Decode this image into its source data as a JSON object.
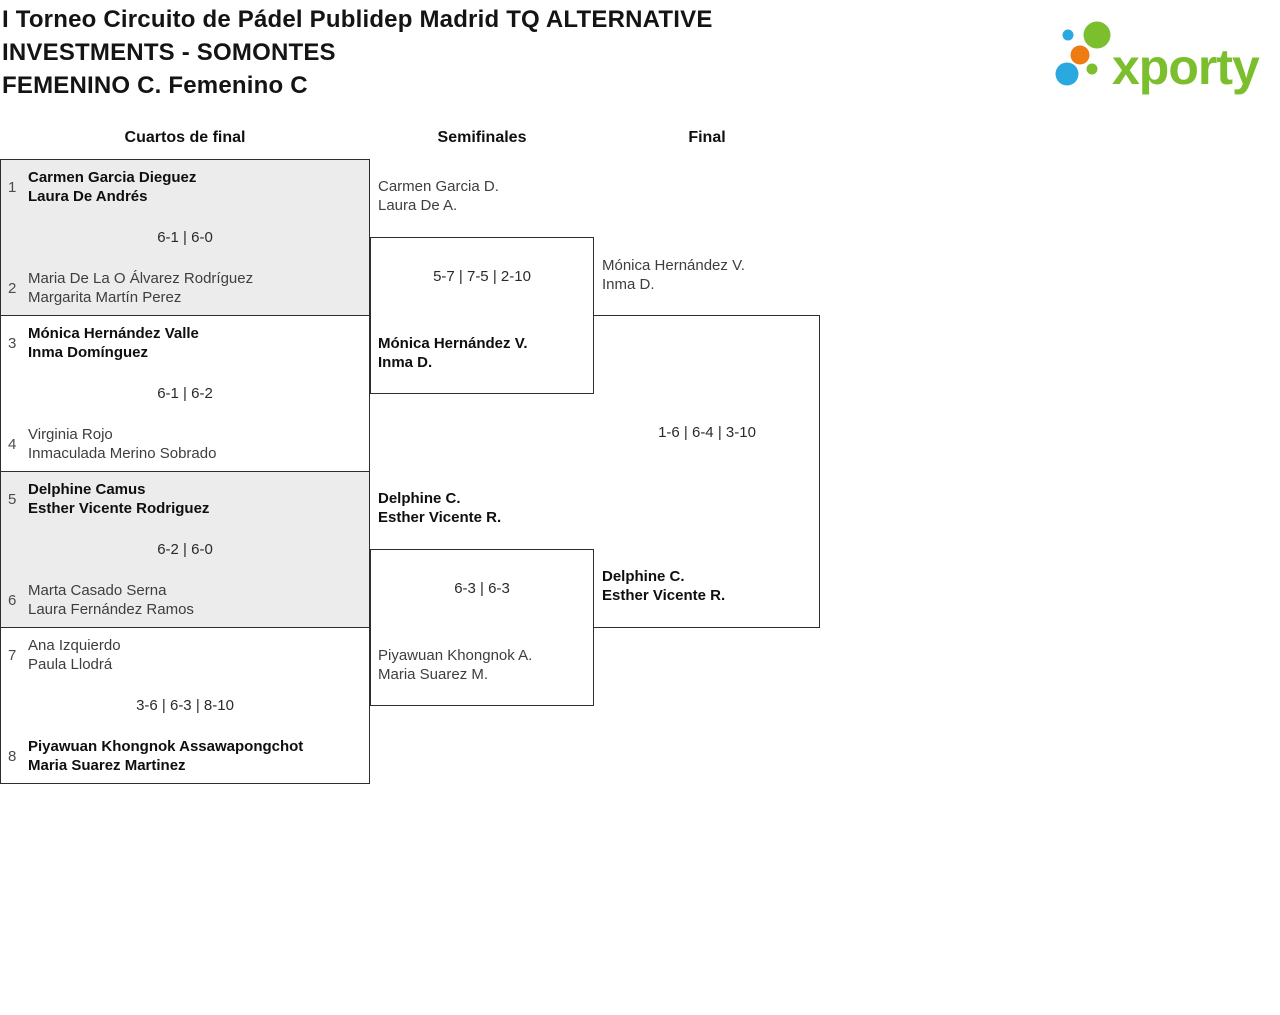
{
  "header": {
    "title_line1": "I Torneo Circuito de Pádel Publidep Madrid TQ ALTERNATIVE",
    "title_line2": "INVESTMENTS - SOMONTES",
    "title_line3": "FEMENINO C. Femenino C"
  },
  "logo": {
    "wordmark": "xporty",
    "colors": {
      "green": "#7cbf2e",
      "blue": "#29a9e0",
      "orange": "#ed7c12"
    }
  },
  "columns": {
    "quarterfinals": "Cuartos de final",
    "semifinals": "Semifinales",
    "final": "Final"
  },
  "quarterfinals": [
    {
      "seed_top": "1",
      "top1": "Carmen Garcia Dieguez",
      "top2": "Laura De Andrés",
      "score": "6-1 | 6-0",
      "winner": "top",
      "seed_bottom": "2",
      "bottom1": "Maria De La O Álvarez Rodríguez",
      "bottom2": "Margarita Martín Perez"
    },
    {
      "seed_top": "3",
      "top1": "Mónica Hernández Valle",
      "top2": "Inma Domínguez",
      "score": "6-1 | 6-2",
      "winner": "top",
      "seed_bottom": "4",
      "bottom1": "Virginia Rojo",
      "bottom2": "Inmaculada Merino Sobrado"
    },
    {
      "seed_top": "5",
      "top1": "Delphine Camus",
      "top2": "Esther Vicente Rodriguez",
      "score": "6-2 | 6-0",
      "winner": "top",
      "seed_bottom": "6",
      "bottom1": "Marta Casado Serna",
      "bottom2": "Laura Fernández Ramos"
    },
    {
      "seed_top": "7",
      "top1": "Ana Izquierdo",
      "top2": "Paula Llodrá",
      "score": "3-6 | 6-3 | 8-10",
      "winner": "bottom",
      "seed_bottom": "8",
      "bottom1": "Piyawuan Khongnok Assawapongchot",
      "bottom2": "Maria Suarez Martinez"
    }
  ],
  "semifinals": [
    {
      "top1": "Carmen Garcia D.",
      "top2": "Laura De A.",
      "score": "5-7 | 7-5 | 2-10",
      "winner": "bottom",
      "bottom1": "Mónica Hernández V.",
      "bottom2": "Inma D."
    },
    {
      "top1": "Delphine C.",
      "top2": "Esther Vicente R.",
      "score": "6-3 | 6-3",
      "winner": "top",
      "bottom1": "Piyawuan Khongnok A.",
      "bottom2": "Maria Suarez M."
    }
  ],
  "final": {
    "top1": "Mónica Hernández V.",
    "top2": "Inma D.",
    "score": "1-6 | 6-4 | 3-10",
    "winner": "bottom",
    "bottom1": "Delphine C.",
    "bottom2": "Esther Vicente R."
  }
}
